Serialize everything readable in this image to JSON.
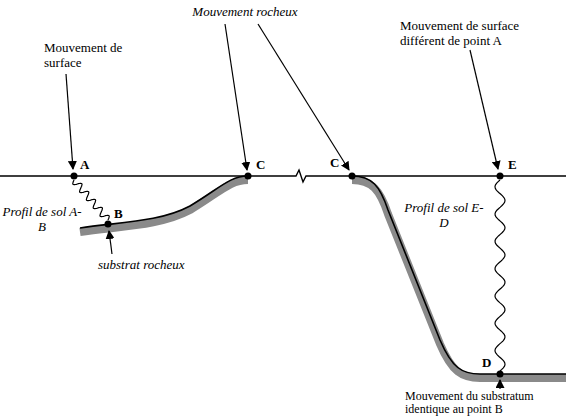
{
  "diagram": {
    "labels": [
      "Mouvement rocheux",
      "Mouvement de surface",
      "A",
      "C",
      "C",
      "Mouvement de surface différent de point A",
      "E",
      "Profil de sol A-B",
      "B",
      "Profil de sol E-D",
      "substrat rocheux",
      "D",
      "Mouvement du substratum identique au point B"
    ]
  }
}
